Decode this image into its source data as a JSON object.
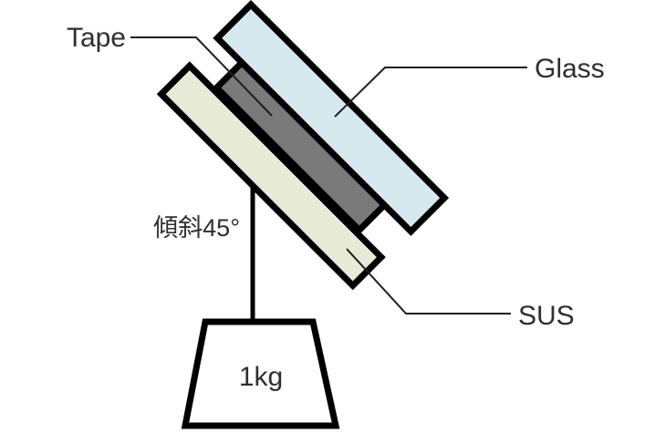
{
  "diagram": {
    "labels": {
      "tape": "Tape",
      "glass": "Glass",
      "sus": "SUS",
      "tilt_angle": "傾斜45°",
      "weight": "1kg"
    },
    "values": {
      "tilt_angle_deg": "45",
      "weight_kg": "1"
    },
    "colors": {
      "background": "#ffffff",
      "outline": "#000000",
      "leader_line": "#1f1f1f",
      "text": "#2f2f2f",
      "glass_fill": "#d6e9ef",
      "tape_fill": "#7a7a7a",
      "sus_fill": "#e8ead8",
      "weight_fill": "#ffffff",
      "string": "#000000"
    }
  }
}
